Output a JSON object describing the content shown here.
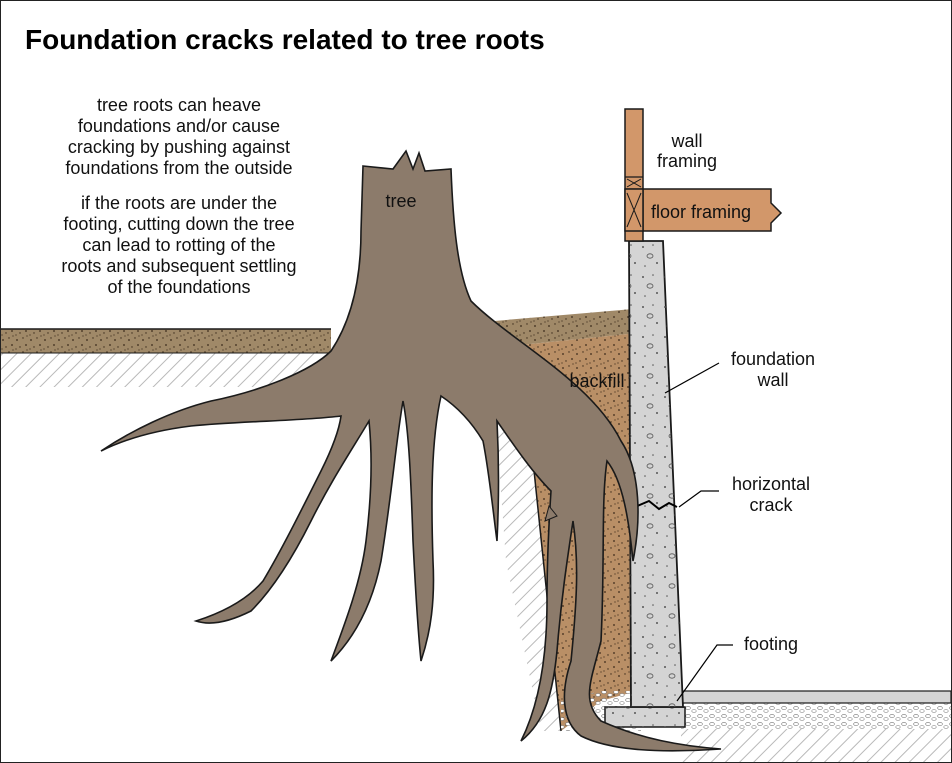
{
  "title": "Foundation cracks related to tree roots",
  "notes": {
    "note1": [
      "tree roots can heave",
      "foundations and/or cause",
      "cracking by pushing against",
      "foundations from the outside"
    ],
    "note2": [
      "if the roots are under the",
      "footing, cutting down the tree",
      "can lead to rotting of the",
      "roots and subsequent settling",
      "of the foundations"
    ]
  },
  "labels": {
    "tree": "tree",
    "wall_framing": [
      "wall",
      "framing"
    ],
    "floor_framing": "floor framing",
    "backfill": "backfill",
    "foundation_wall": [
      "foundation",
      "wall"
    ],
    "horizontal_crack": [
      "horizontal",
      "crack"
    ],
    "footing": "footing"
  },
  "colors": {
    "tree": "#8c7b6b",
    "soil_top": "#a08968",
    "backfill": "#b98f66",
    "wood": "#d2976a",
    "concrete": "#d4d4d4",
    "gravel": "#e6e6e6",
    "outline": "#1a1a1a"
  }
}
